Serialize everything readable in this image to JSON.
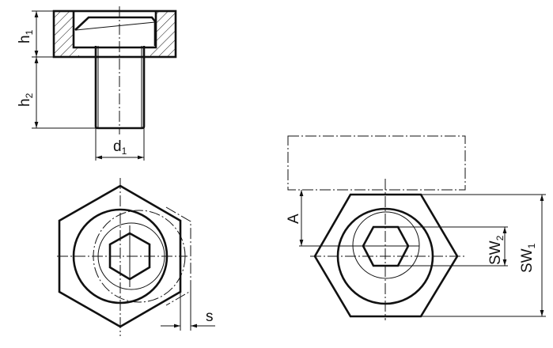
{
  "labels": {
    "h": "h",
    "h1_sub": "1",
    "h2_sub": "2",
    "d": "d",
    "d1_sub": "1",
    "s": "s",
    "A": "A",
    "SW": "SW",
    "SW1_sub": "1",
    "SW2_sub": "2"
  }
}
